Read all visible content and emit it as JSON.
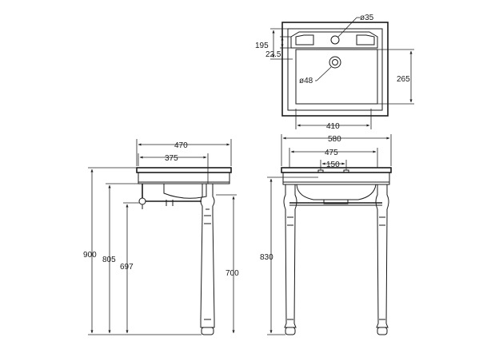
{
  "plan": {
    "tap_hole_diameter": "ø35",
    "waste_diameter": "ø48",
    "dim_195": "195",
    "dim_22_5": "22.5",
    "dim_265": "265",
    "dim_410": "410"
  },
  "side": {
    "dim_470": "470",
    "dim_375": "375",
    "dim_900": "900",
    "dim_805": "805",
    "dim_697": "697",
    "dim_700": "700"
  },
  "front": {
    "dim_580": "580",
    "dim_475": "475",
    "dim_150": "150",
    "dim_830": "830"
  }
}
